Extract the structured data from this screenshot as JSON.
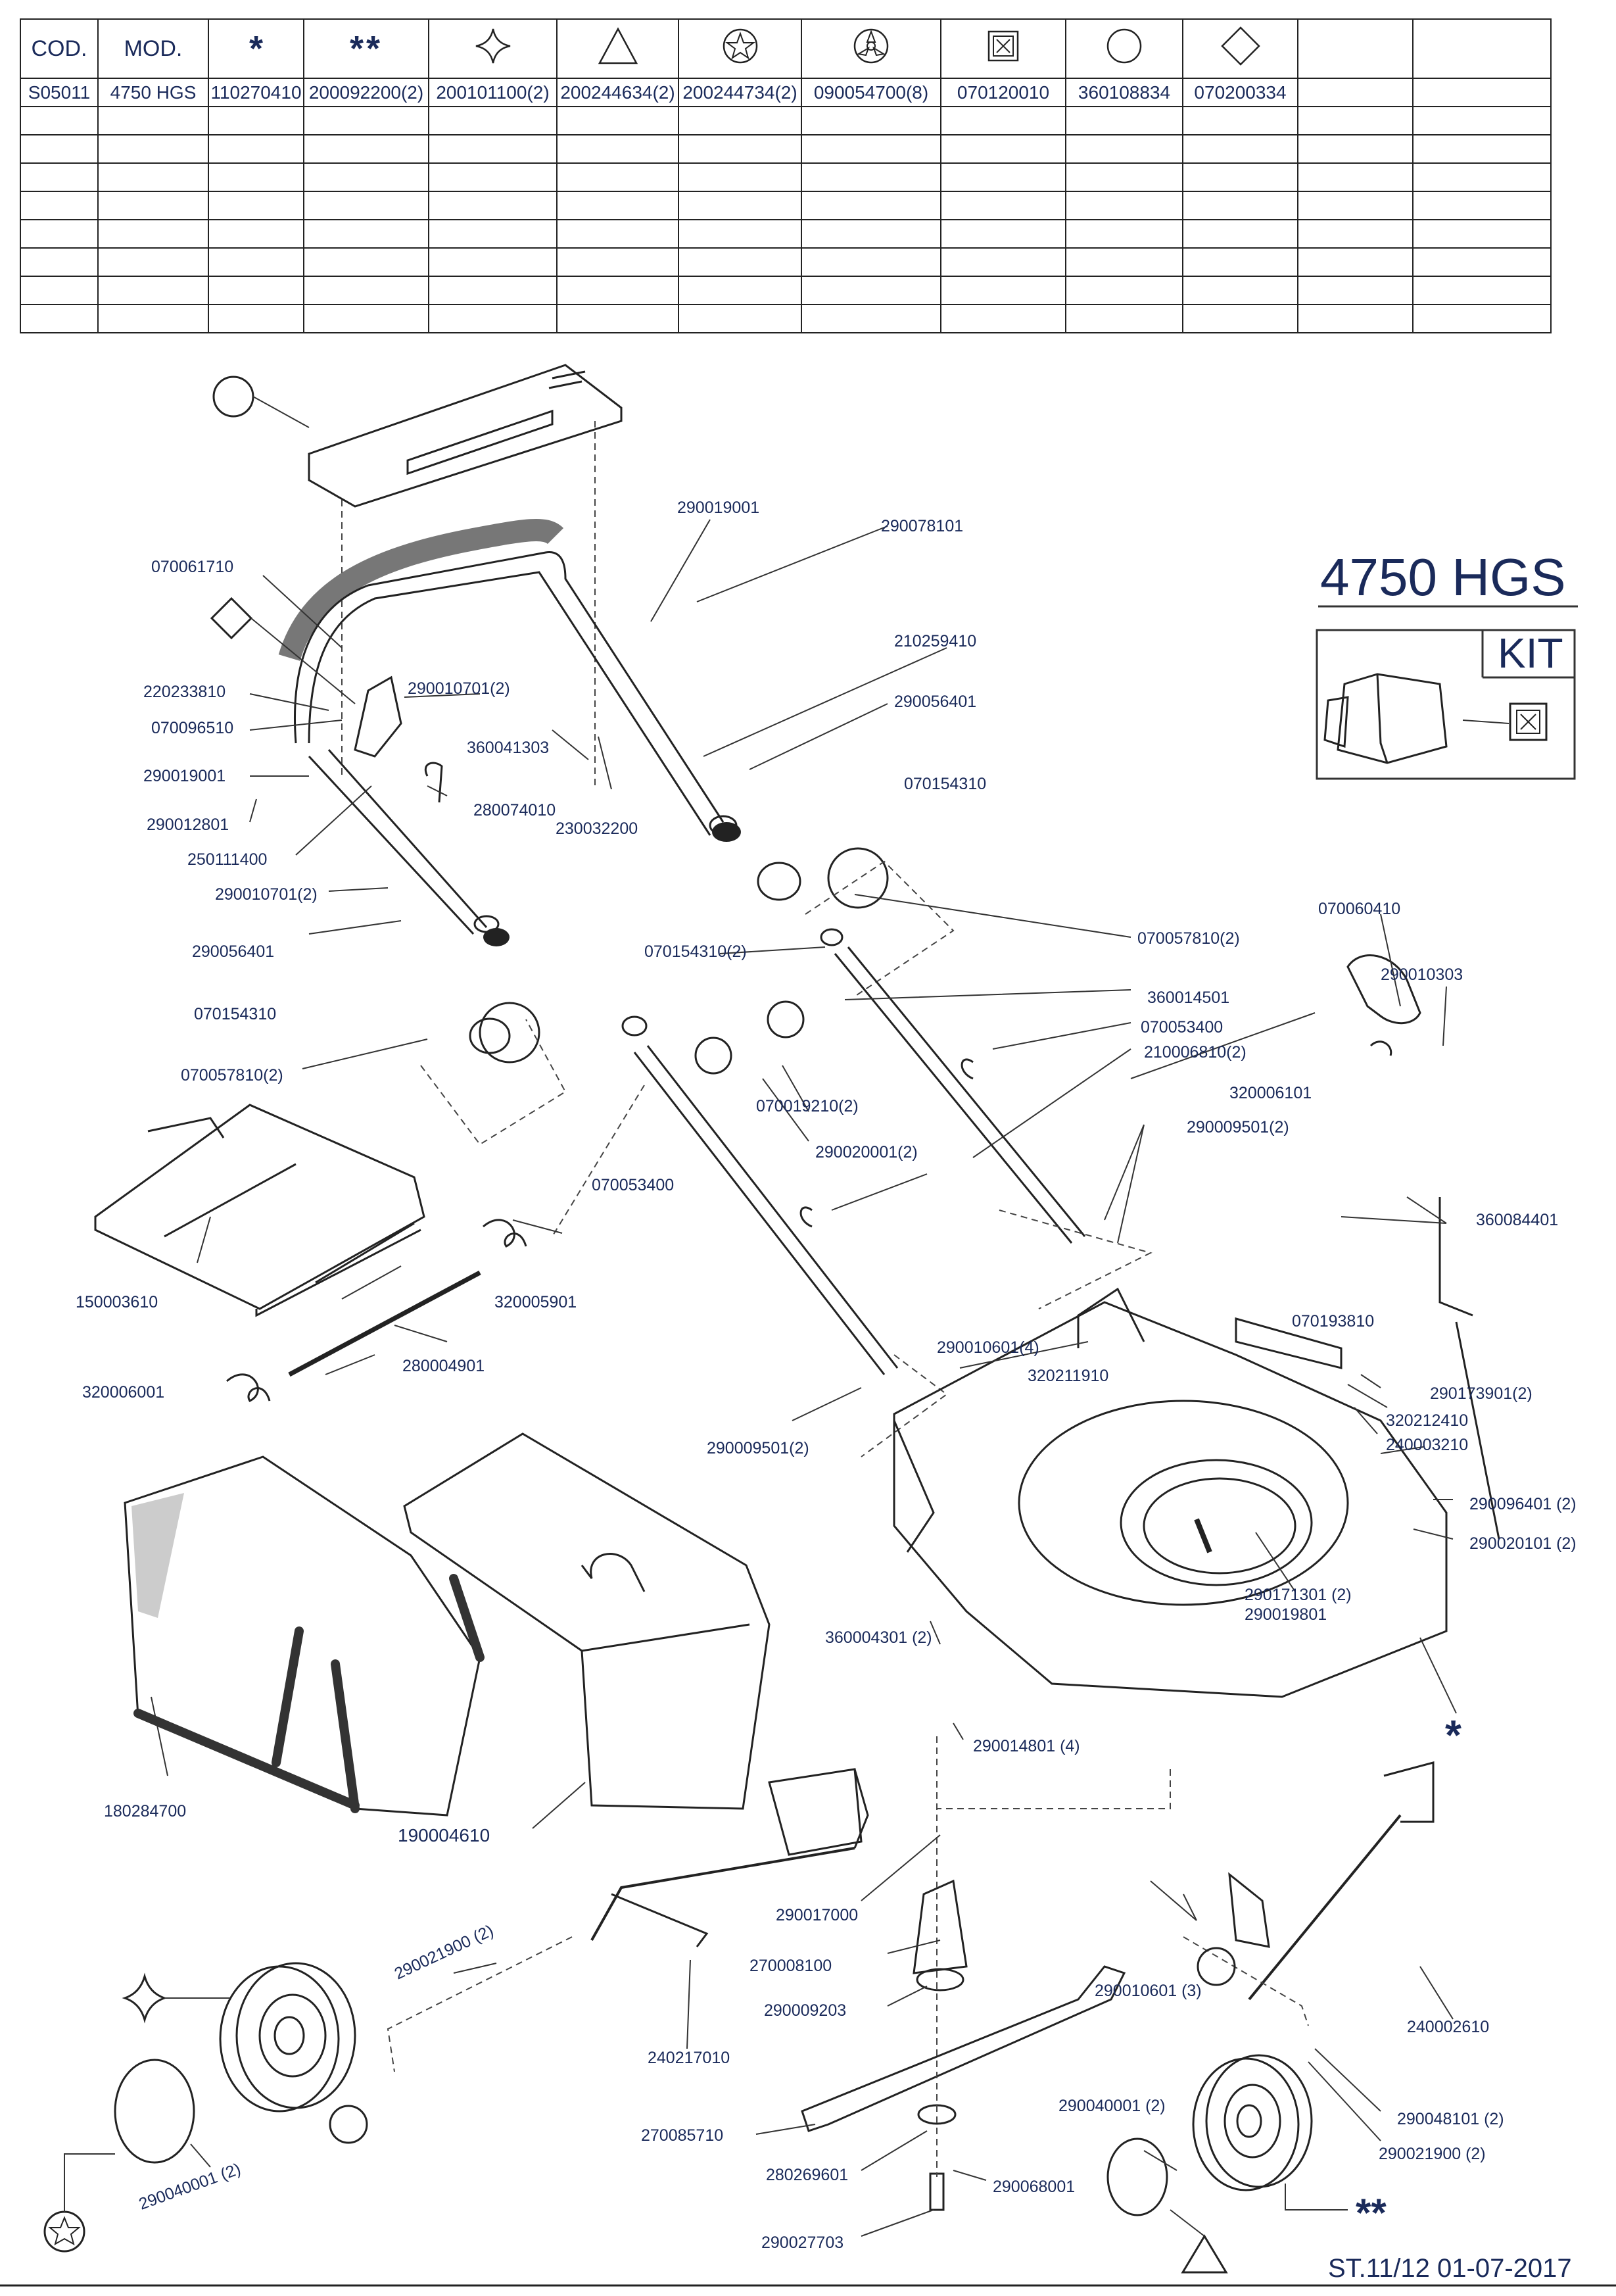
{
  "table": {
    "headers": [
      {
        "text": "COD.",
        "icon": "text"
      },
      {
        "text": "MOD.",
        "icon": "text"
      },
      {
        "text": "*",
        "icon": "asterisk-icon"
      },
      {
        "text": "**",
        "icon": "double-asterisk-icon"
      },
      {
        "text": "",
        "icon": "four-point-star-icon"
      },
      {
        "text": "",
        "icon": "triangle-icon"
      },
      {
        "text": "",
        "icon": "star-circle-icon"
      },
      {
        "text": "",
        "icon": "three-prong-circle-icon"
      },
      {
        "text": "",
        "icon": "kit-box-icon"
      },
      {
        "text": "",
        "icon": "circle-icon"
      },
      {
        "text": "",
        "icon": "diamond-icon"
      },
      {
        "text": "",
        "icon": "blank"
      },
      {
        "text": "",
        "icon": "blank"
      }
    ],
    "rows": [
      [
        "S05011",
        "4750 HGS",
        "110270410",
        "200092200(2)",
        "200101100(2)",
        "200244634(2)",
        "200244734(2)",
        "090054700(8)",
        "070120010",
        "360108834",
        "070200334",
        "",
        ""
      ],
      [
        "",
        "",
        "",
        "",
        "",
        "",
        "",
        "",
        "",
        "",
        "",
        "",
        ""
      ],
      [
        "",
        "",
        "",
        "",
        "",
        "",
        "",
        "",
        "",
        "",
        "",
        "",
        ""
      ],
      [
        "",
        "",
        "",
        "",
        "",
        "",
        "",
        "",
        "",
        "",
        "",
        "",
        ""
      ],
      [
        "",
        "",
        "",
        "",
        "",
        "",
        "",
        "",
        "",
        "",
        "",
        "",
        ""
      ],
      [
        "",
        "",
        "",
        "",
        "",
        "",
        "",
        "",
        "",
        "",
        "",
        "",
        ""
      ],
      [
        "",
        "",
        "",
        "",
        "",
        "",
        "",
        "",
        "",
        "",
        "",
        "",
        ""
      ],
      [
        "",
        "",
        "",
        "",
        "",
        "",
        "",
        "",
        "",
        "",
        "",
        "",
        ""
      ],
      [
        "",
        "",
        "",
        "",
        "",
        "",
        "",
        "",
        "",
        "",
        "",
        "",
        ""
      ]
    ]
  },
  "model_title": "4750 HGS",
  "kit_label": "KIT",
  "footer": "ST.11/12  01-07-2017",
  "labels": {
    "p290019001a": "290019001",
    "p290078101": "290078101",
    "p070061710": "070061710",
    "p210259410": "210259410",
    "p220233810": "220233810",
    "p290010701a": "290010701(2)",
    "p070096510": "070096510",
    "p360041303": "360041303",
    "p290056401a": "290056401",
    "p290019001b": "290019001",
    "p290012801": "290012801",
    "p070154310a": "070154310",
    "p280074010": "280074010",
    "p230032200": "230032200",
    "p250111400": "250111400",
    "p290010701b": "290010701(2)",
    "p070057810a": "070057810(2)",
    "p290056401b": "290056401",
    "p070060410": "070060410",
    "p070154310b": "070154310(2)",
    "p360014501": "360014501",
    "p290010303": "290010303",
    "p070154310c": "070154310",
    "p070053400a": "070053400",
    "p210006810": "210006810(2)",
    "p070057810b": "070057810(2)",
    "p070019210": "070019210(2)",
    "p320006101": "320006101",
    "p290009501a": "290009501(2)",
    "p290020001": "290020001(2)",
    "p070053400b": "070053400",
    "p360084401": "360084401",
    "p150003610": "150003610",
    "p320005901": "320005901",
    "p070193810": "070193810",
    "p280004901": "280004901",
    "p290010601a": "290010601(4)",
    "p320211910": "320211910",
    "p290173901": "290173901(2)",
    "p320006001": "320006001",
    "p320212410": "320212410",
    "p290009501b": "290009501(2)",
    "p240003210": "240003210",
    "p290096401": "290096401 (2)",
    "p290020101": "290020101 (2)",
    "p290171301": "290171301 (2)",
    "p290019801": "290019801",
    "p360004301": "360004301 (2)",
    "p290014801": "290014801 (4)",
    "p180284700": "180284700",
    "p190004610": "190004610",
    "p290017000": "290017000",
    "p290021900a": "290021900 (2)",
    "p270008100": "270008100",
    "p290009203": "290009203",
    "p290010601b": "290010601 (3)",
    "p240002610": "240002610",
    "p240217010": "240217010",
    "p290040001a": "290040001 (2)",
    "p290048101": "290048101 (2)",
    "p270085710": "270085710",
    "p290021900b": "290021900 (2)",
    "p280269601": "280269601",
    "p290068001": "290068001",
    "p290040001b": "290040001 (2)",
    "p290027703": "290027703",
    "sym_single": "*",
    "sym_double": "**"
  }
}
